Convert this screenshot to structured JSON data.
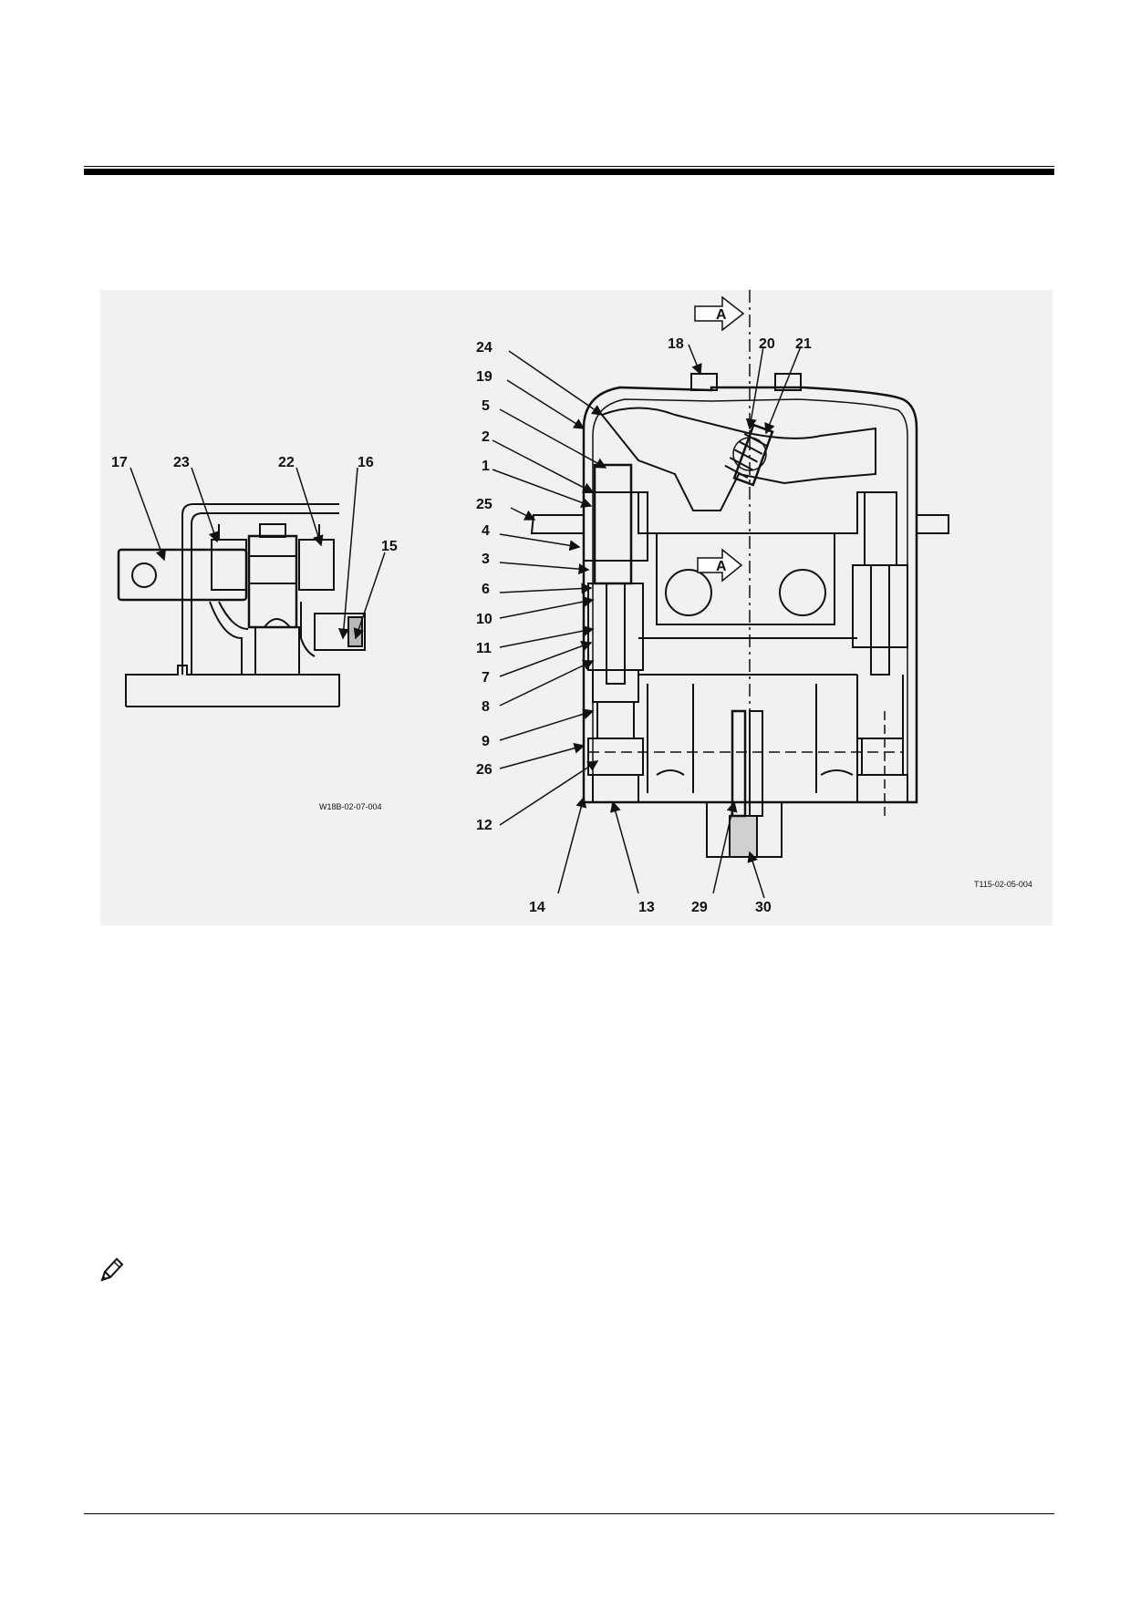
{
  "figure_left": {
    "labels": [
      "17",
      "23",
      "22",
      "16",
      "15"
    ],
    "code": "W18B-02-07-004"
  },
  "figure_right": {
    "section_marker": "A",
    "labels_left": [
      "24",
      "19",
      "5",
      "2",
      "1",
      "25",
      "4",
      "3",
      "6",
      "10",
      "11",
      "7",
      "8",
      "9",
      "26",
      "12"
    ],
    "labels_top": [
      "18",
      "20",
      "21"
    ],
    "labels_bottom": [
      "14",
      "13",
      "29",
      "30"
    ],
    "code": "T115-02-05-004"
  },
  "icons": {
    "note": "pencil-note-icon"
  }
}
